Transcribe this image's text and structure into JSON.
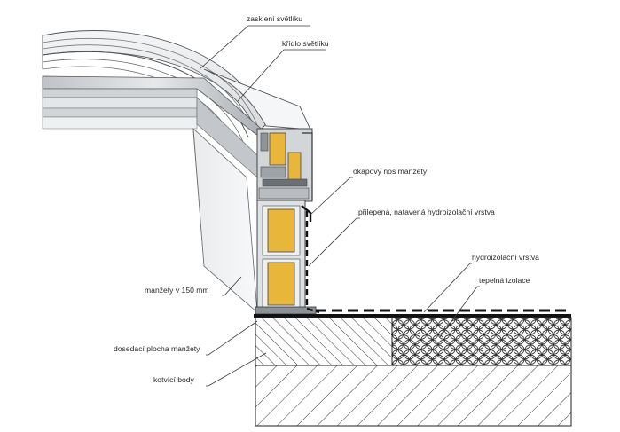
{
  "labels": {
    "glazing": "zasklení světlíku",
    "sash": "křídlo světlíku",
    "drip_nose": "okapový nos manžety",
    "glued_layer": "přilepená, natavená hydroizolační vrstva",
    "waterproof_layer": "hydroizolační vrstva",
    "thermal_insulation": "tepelná izolace",
    "sleeve_height": "manžety v 150 mm",
    "seating_surface": "dosedací plocha manžety",
    "anchor_points": "kotvící body"
  },
  "colors": {
    "insulation_yellow": "#e7b63a",
    "frame_grey": "#c9cdd1",
    "dark_grey": "#5a5e63",
    "line": "#2a2a2a"
  }
}
